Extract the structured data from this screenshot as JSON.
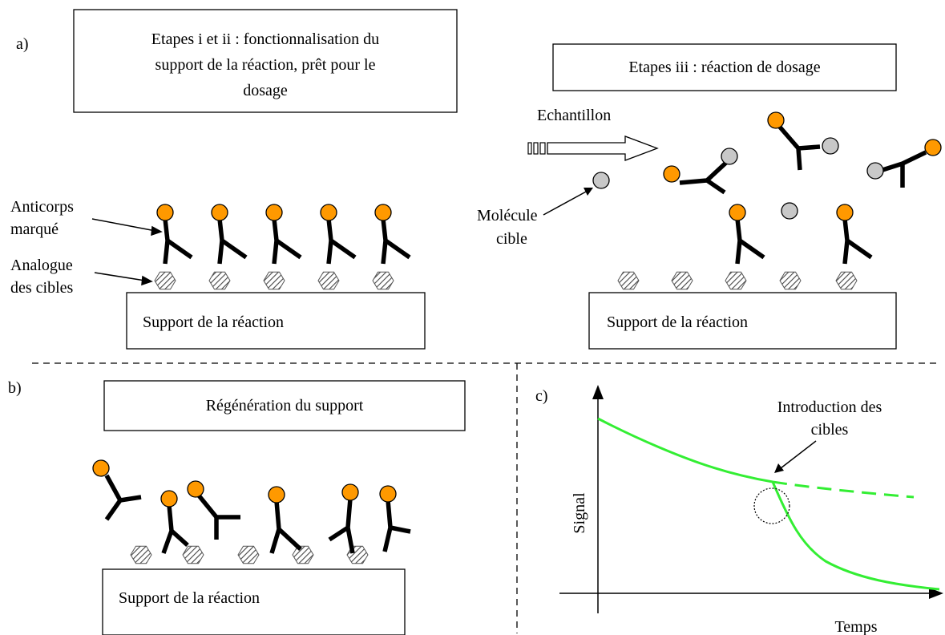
{
  "panel_a": {
    "label": "a)",
    "steps_box_lines": [
      "Etapes i et ii : fonctionnalisation du",
      "support de la réaction, prêt pour le",
      "dosage"
    ],
    "assay_box_title": "Etapes iii : réaction de dosage",
    "sample_label": "Echantillon",
    "labeled_antibody_lines": [
      "Anticorps",
      "marqué"
    ],
    "target_analogue_lines": [
      "Analogue",
      "des cibles"
    ],
    "target_molecule_lines": [
      "Molécule",
      "cible"
    ],
    "support_label_left": "Support de la réaction",
    "support_label_right": "Support de la réaction"
  },
  "panel_b": {
    "label": "b)",
    "title": "Régénération du support",
    "support_label": "Support de la réaction"
  },
  "panel_c": {
    "label": "c)",
    "annotation_lines": [
      "Introduction des",
      "cibles"
    ],
    "y_axis_label": "Signal",
    "x_axis_label": "Temps"
  },
  "colors": {
    "label_orange": "#FF9900",
    "target_gray": "#C8C8C8",
    "signal_green": "#33EE33"
  }
}
